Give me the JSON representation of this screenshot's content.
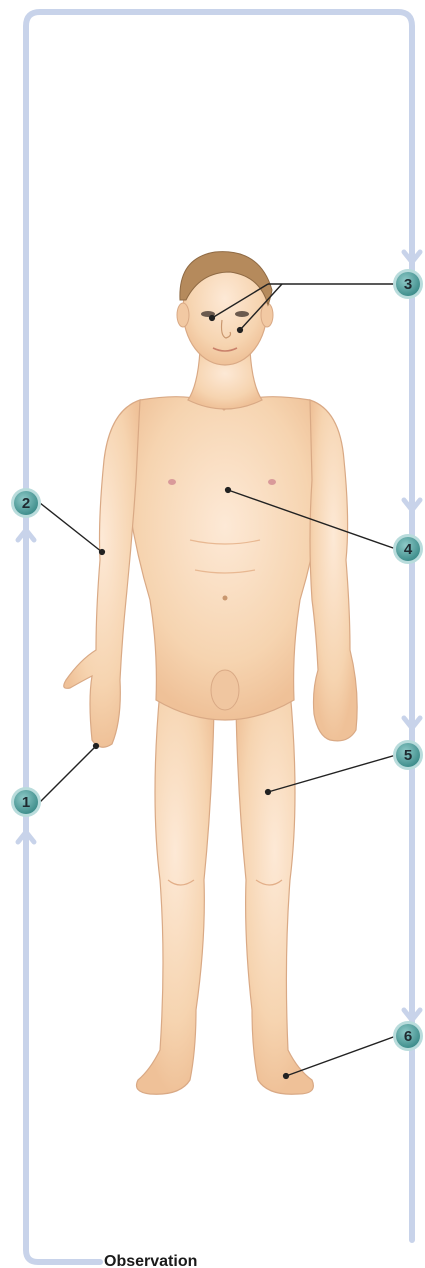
{
  "diagram": {
    "caption": "Observation",
    "colors": {
      "loop_line": "#c8d3ea",
      "badge_fill": "#5aa6a4",
      "badge_ring": "#b9dcdc",
      "skin": "#f6d6b5",
      "skin_shade": "#eebf94",
      "hair": "#b58a5c",
      "leader": "#222222"
    },
    "labels": [
      {
        "number": "1",
        "target": "hand"
      },
      {
        "number": "2",
        "target": "forearm"
      },
      {
        "number": "3",
        "target": "eye and nose"
      },
      {
        "number": "4",
        "target": "chest"
      },
      {
        "number": "5",
        "target": "thigh"
      },
      {
        "number": "6",
        "target": "foot"
      }
    ]
  }
}
